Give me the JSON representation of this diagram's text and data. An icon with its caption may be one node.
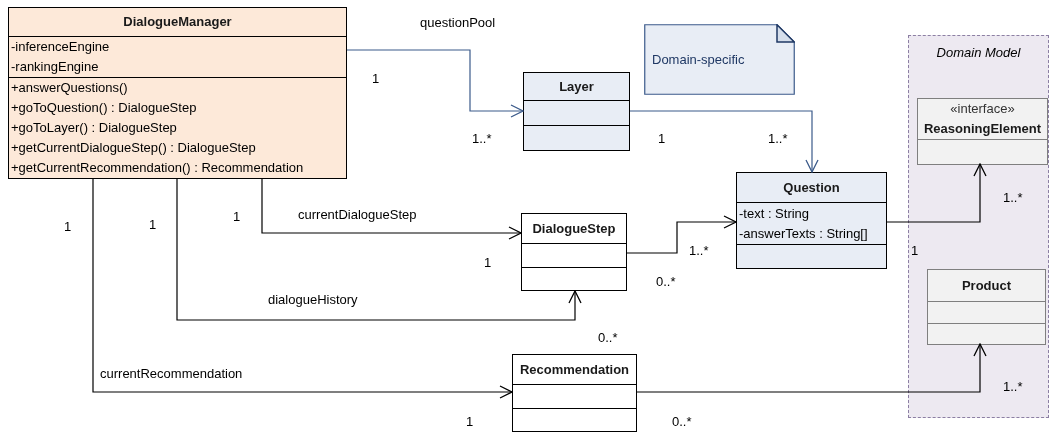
{
  "diagram": {
    "nodes": [
      {
        "text": [
          "DialogueManager",
          "-inferenceEngine",
          "-rankingEngine",
          "+answerQuestions()",
          "+goToQuestion() : DialogueStep",
          "+goToLayer() : DialogueStep",
          "+getCurrentDialogueStep() : DialogueStep",
          "+getCurrentRecommendation() : Recommendation"
        ]
      },
      {
        "text": [
          "Layer"
        ]
      },
      {
        "text": [
          "Domain-specific"
        ]
      },
      {
        "text": [
          "Domain Model"
        ]
      },
      {
        "text": [
          "«interface»",
          "ReasoningElement"
        ],
        "in": 3
      },
      {
        "text": [
          "Question",
          "-text : String",
          "-answerTexts : String[]"
        ]
      },
      {
        "text": [
          "DialogueStep"
        ]
      },
      {
        "text": [
          "Product"
        ],
        "in": 3
      },
      {
        "text": [
          "Recommendation"
        ]
      }
    ],
    "edges": [
      {
        "from": 0,
        "to": 1,
        "arrow": "to",
        "label": "questionPool",
        "color": "#3b5a8a"
      },
      {
        "from": 1,
        "to": 5,
        "arrow": "to",
        "color": "#3b5a8a"
      },
      {
        "from": 0,
        "to": 6,
        "arrow": "to",
        "label": "currentDialogueStep"
      },
      {
        "from": 0,
        "to": 6,
        "arrow": "to",
        "label": "dialogueHistory"
      },
      {
        "from": 6,
        "to": 5,
        "arrow": "to"
      },
      {
        "from": 5,
        "to": 4,
        "arrow": "to"
      },
      {
        "from": 0,
        "to": 8,
        "arrow": "to",
        "label": "currentRecommendation"
      },
      {
        "from": 8,
        "to": 7,
        "arrow": "to"
      }
    ],
    "labels": [
      "1",
      "1..*",
      "1",
      "1..*",
      "1",
      "1",
      "1",
      "1..*",
      "1",
      "1",
      "1..*",
      "0..*",
      "0..*",
      "1..*",
      "1",
      "0..*"
    ]
  }
}
